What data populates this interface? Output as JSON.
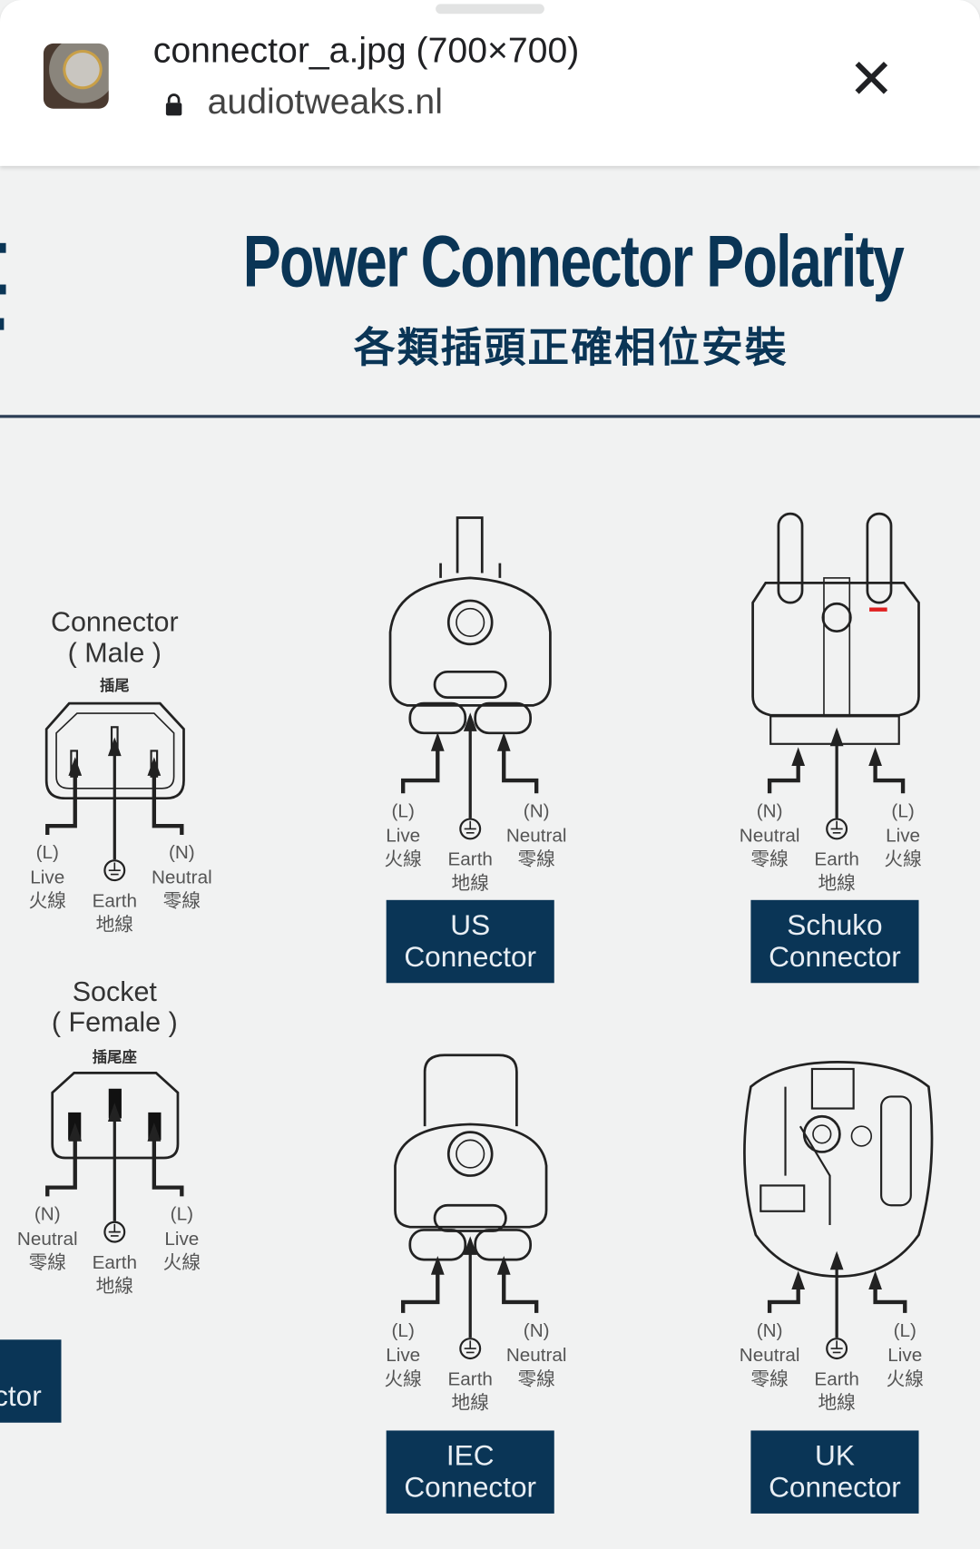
{
  "sheet": {
    "title": "connector_a.jpg (700×700)",
    "url": "audiotweaks.nl",
    "icons": {
      "lock": "lock-icon",
      "close": "close-icon",
      "favicon": "site-favicon"
    }
  },
  "image": {
    "title": "Power Connector Polarity",
    "subtitle": "各類插頭正確相位安裝",
    "male": {
      "title": "Connector",
      "subtitle": "( Male )",
      "cn": "插尾"
    },
    "female": {
      "title": "Socket",
      "subtitle": "( Female )",
      "cn": "插尾座"
    },
    "partial_box": "ctor",
    "connectors": [
      {
        "line1": "US",
        "line2": "Connector"
      },
      {
        "line1": "Schuko",
        "line2": "Connector"
      },
      {
        "line1": "IEC",
        "line2": "Connector"
      },
      {
        "line1": "UK",
        "line2": "Connector"
      }
    ],
    "wire_labels": {
      "live": {
        "code": "(L)",
        "en": "Live",
        "cn": "火線"
      },
      "neutral": {
        "code": "(N)",
        "en": "Neutral",
        "cn": "零線"
      },
      "earth": {
        "en": "Earth",
        "cn": "地線"
      }
    },
    "colors": {
      "navy": "#0a3556",
      "background": "#f1f2f2"
    }
  }
}
